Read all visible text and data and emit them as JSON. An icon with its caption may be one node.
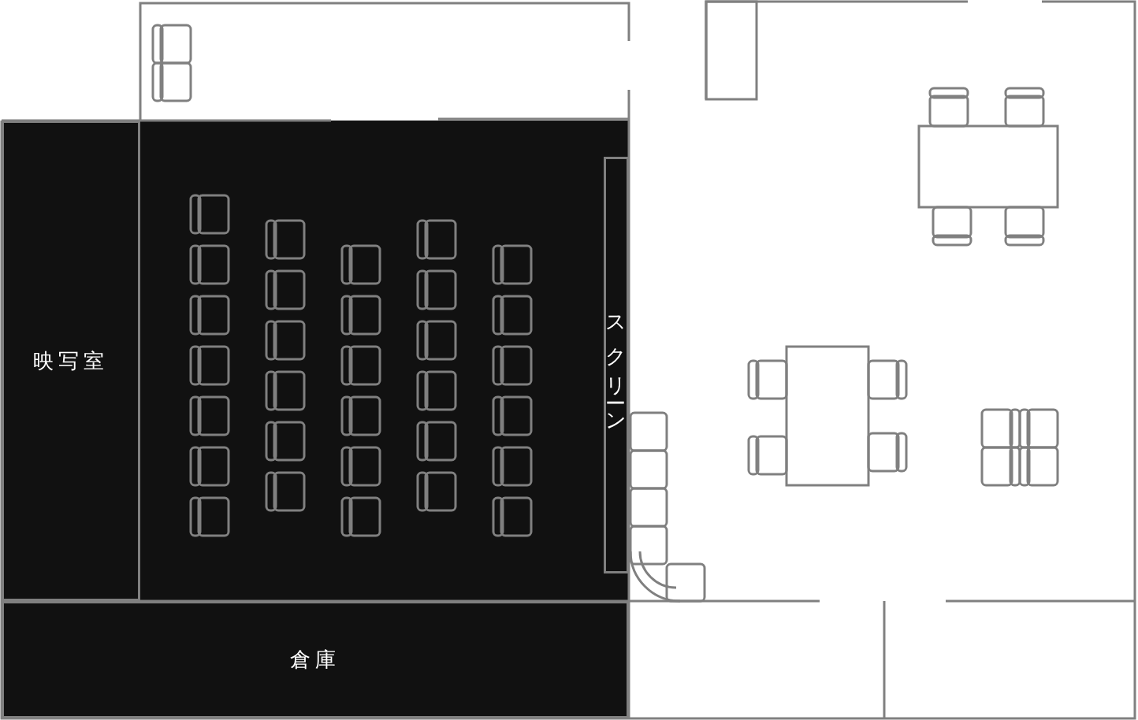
{
  "diagram": {
    "nodes": [
      {
        "text": [
          "映写室"
        ]
      },
      {
        "text": [
          "倉庫"
        ]
      },
      {
        "text": [
          "スクリーン"
        ]
      }
    ]
  }
}
